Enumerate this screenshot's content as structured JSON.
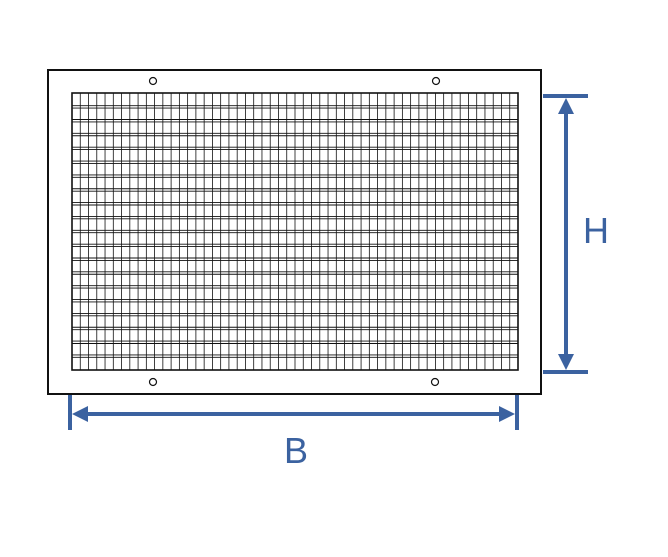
{
  "diagram": {
    "labels": {
      "width": "B",
      "height": "H"
    },
    "colors": {
      "frame_stroke": "#111111",
      "grid_stroke": "#111111",
      "dimension": "#3b62a0",
      "background": "#ffffff"
    },
    "grille": {
      "rows": 20,
      "columns": 54
    },
    "screw_holes": 4
  }
}
